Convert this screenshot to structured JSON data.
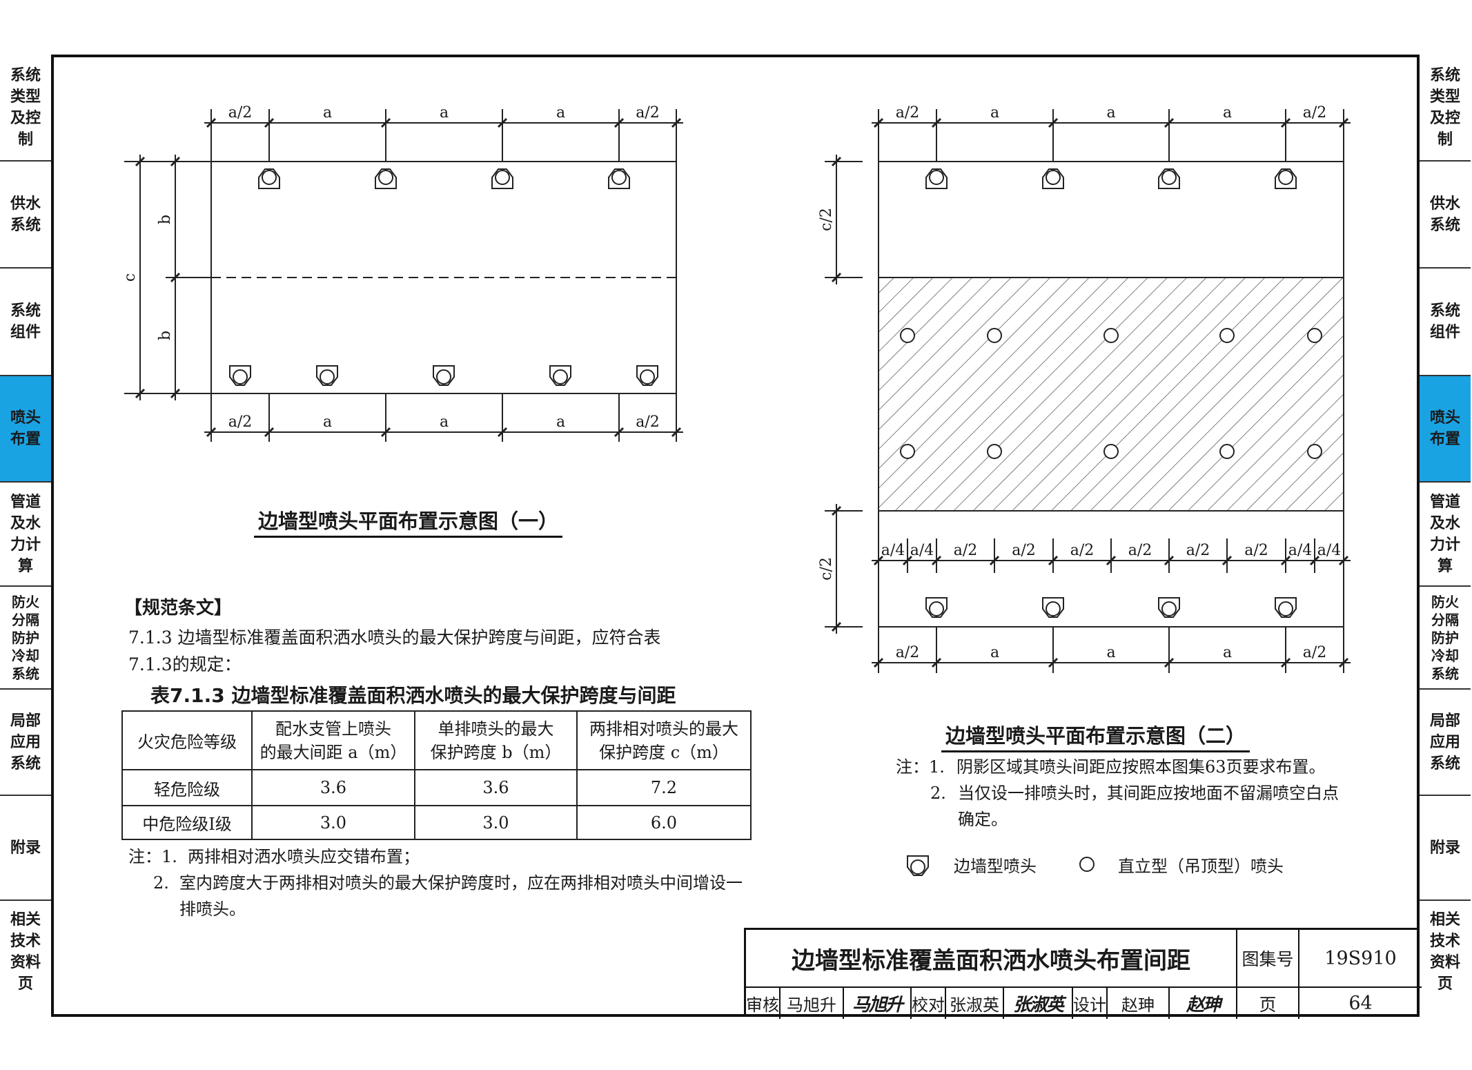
{
  "sidebar": {
    "items": [
      {
        "label": "系统类型及控制"
      },
      {
        "label": "供水系统"
      },
      {
        "label": "系统组件"
      },
      {
        "label": "喷头布置",
        "active": true
      },
      {
        "label": "管道及水力计算"
      },
      {
        "label": "防火分隔防护冷却系统"
      },
      {
        "label": "局部应用系统"
      },
      {
        "label": "附录"
      },
      {
        "label": "相关技术资料页"
      }
    ],
    "active_color": "#1aa3e3"
  },
  "diagram1": {
    "caption": "边墙型喷头平面布置示意图（一）",
    "top_dims": [
      "a/2",
      "a",
      "a",
      "a",
      "a/2"
    ],
    "bottom_dims": [
      "a/2",
      "a",
      "a",
      "a",
      "a/2"
    ],
    "left_dims": {
      "outer": "c",
      "upper": "b",
      "lower": "b"
    }
  },
  "diagram2": {
    "caption": "边墙型喷头平面布置示意图（二）",
    "top_dims": [
      "a/2",
      "a",
      "a",
      "a",
      "a/2"
    ],
    "mid_dims": [
      "a/4",
      "a/4",
      "a/2",
      "a/2",
      "a/2",
      "a/2",
      "a/2",
      "a/2",
      "a/4",
      "a/4"
    ],
    "bottom_dims": [
      "a/2",
      "a",
      "a",
      "a",
      "a/2"
    ],
    "left_dims": {
      "upper": "c/2",
      "lower": "c/2"
    },
    "notes_prefix": "注：",
    "notes": [
      {
        "num": "1.",
        "text": "阴影区域其喷头间距应按照本图集63页要求布置。"
      },
      {
        "num": "2.",
        "text": "当仅设一排喷头时，其间距应按地面不留漏喷空白点确定。"
      }
    ],
    "legend": [
      {
        "icon": "sidewall-sprinkler-icon",
        "label": "边墙型喷头"
      },
      {
        "icon": "upright-sprinkler-icon",
        "label": "直立型（吊顶型）喷头"
      }
    ]
  },
  "spec": {
    "heading": "【规范条文】",
    "clause_line1": "7.1.3 边墙型标准覆盖面积洒水喷头的最大保护跨度与间距，应符合表",
    "clause_line2": "7.1.3的规定：",
    "table_title": "表7.1.3 边墙型标准覆盖面积洒水喷头的最大保护跨度与间距",
    "table": {
      "headers": [
        [
          "火灾危险等级"
        ],
        [
          "配水支管上喷头",
          "的最大间距 a（m）"
        ],
        [
          "单排喷头的最大",
          "保护跨度 b（m）"
        ],
        [
          "两排相对喷头的最大",
          "保护跨度 c（m）"
        ]
      ],
      "rows": [
        [
          "轻危险级",
          "3.6",
          "3.6",
          "7.2"
        ],
        [
          "中危险级Ⅰ级",
          "3.0",
          "3.0",
          "6.0"
        ]
      ]
    },
    "notes_prefix": "注：",
    "notes": [
      {
        "num": "1.",
        "text": "两排相对洒水喷头应交错布置；"
      },
      {
        "num": "2.",
        "text": "室内跨度大于两排相对喷头的最大保护跨度时，应在两排相对喷头中间增设一排喷头。"
      }
    ]
  },
  "titleblock": {
    "title": "边墙型标准覆盖面积洒水喷头布置间距",
    "atlas_label": "图集号",
    "atlas_no": "19S910",
    "review_label": "审核",
    "reviewer": "马旭升",
    "reviewer_sig": "马旭升",
    "check_label": "校对",
    "checker": "张淑英",
    "checker_sig": "张淑英",
    "design_label": "设计",
    "designer": "赵珅",
    "designer_sig": "赵珅",
    "page_label": "页",
    "page_no": "64"
  }
}
